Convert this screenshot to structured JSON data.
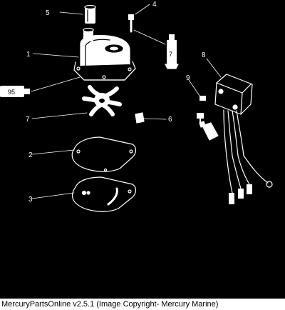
{
  "diagram": {
    "callouts": {
      "c1": "1",
      "c2": "2",
      "c3": "3",
      "c4": "4",
      "c5": "5",
      "c6": "6",
      "c7a": "7",
      "c7b": "7",
      "c8": "8",
      "c9": "9",
      "c95": "95"
    },
    "colors": {
      "background": "#000000",
      "line": "#ffffff"
    }
  },
  "caption": "MercuryPartsOnline v2.5.1 (Image Copyright- Mercury Marine)"
}
